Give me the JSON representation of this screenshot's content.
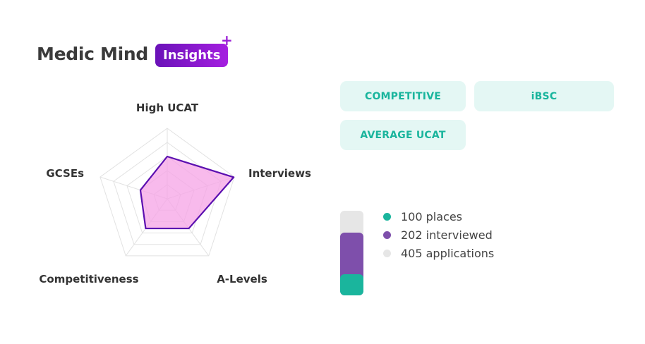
{
  "header": {
    "brand": "Medic Mind",
    "badge": "Insights",
    "badge_plus": "+"
  },
  "tags": [
    "COMPETITIVE",
    "iBSC",
    "AVERAGE UCAT"
  ],
  "colors": {
    "teal": "#1ab59d",
    "purple": "#7e4fab",
    "grey": "#e6e6e6",
    "radar_stroke": "#5b0fb0",
    "radar_fill": "#f5a3e6"
  },
  "chart_data": [
    {
      "type": "radar",
      "axes": [
        "High UCAT",
        "Interviews",
        "A-Levels",
        "Competitiveness",
        "GCSEs"
      ],
      "values": [
        0.6,
        0.99,
        0.52,
        0.52,
        0.4
      ],
      "max": 1,
      "grid_levels": 5
    },
    {
      "type": "bar",
      "stacked": true,
      "series": [
        {
          "name": "100 places",
          "value": 100,
          "color": "#1ab59d"
        },
        {
          "name": "202 interviewed",
          "value": 202,
          "color": "#7e4fab"
        },
        {
          "name": "405 applications",
          "value": 405,
          "color": "#e6e6e6"
        }
      ]
    }
  ]
}
